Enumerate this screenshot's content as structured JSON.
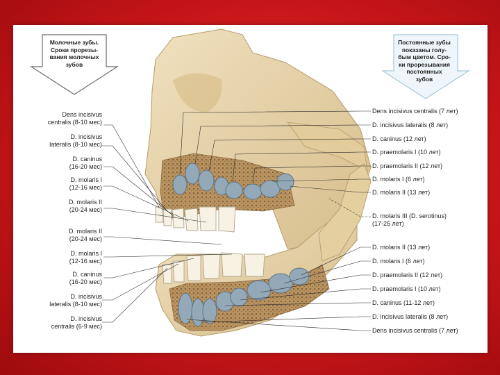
{
  "header_left": [
    "Молочные зубы.",
    "Сроки прорезы-",
    "вания молочных",
    "зубов"
  ],
  "header_right": [
    "Постоянные зубы",
    "показаны голу-",
    "бым цветом. Сро-",
    "ки прорезывания",
    "постоянных",
    "зубов"
  ],
  "left_labels": [
    [
      "Dens incisivus",
      "centralis (8-10 мес)"
    ],
    [
      "D. incisivus",
      "lateralis (8-10 мес)"
    ],
    [
      "D. caninus",
      "(16-20 мес)"
    ],
    [
      "D. molaris I",
      "(12-16 мес)"
    ],
    [
      "D. molaris II",
      "(20-24 мес)"
    ],
    [
      "D. molaris II",
      "(20-24 мес)"
    ],
    [
      "D. molaris I",
      "(12-16 мес)"
    ],
    [
      "D. caninus",
      "(16-20 мес)"
    ],
    [
      "D. incisivus",
      "lateralis (8-10 мес)"
    ],
    [
      "D. incisivus",
      "centralis (6-9 мес)"
    ]
  ],
  "right_labels": [
    [
      "Dens incisivus centralis (7 лет)"
    ],
    [
      "D. incisivus lateralis (8 лет)"
    ],
    [
      "D. caninus (12 лет)"
    ],
    [
      "D. praemolaris I (10 лет)"
    ],
    [
      "D. praemolaris II (12 лет)"
    ],
    [
      "D. molaris I (6 лет)"
    ],
    [
      "D. molaris II (13 лет)"
    ],
    [
      "D. molaris III (D. serotinus)",
      "(17-25 лет)"
    ],
    [
      "D. molaris II (13 лет)"
    ],
    [
      "D. molaris I (6 лет)"
    ],
    [
      "D. praemolaris II (12 лет)"
    ],
    [
      "D. praemolaris I (10 лет)"
    ],
    [
      "D. caninus (11-12 лет)"
    ],
    [
      "D. incisivus lateralis (8 лет)"
    ],
    [
      "Dens incisivus centralis (7 лет)"
    ]
  ],
  "colors": {
    "background": "#c8161a",
    "bone": "#e9d6ad",
    "bone_shade": "#cdb07c",
    "spongy": "#a8865a",
    "milk_tooth": "#f7f2e4",
    "permanent_tooth": "#8fa6b5"
  }
}
